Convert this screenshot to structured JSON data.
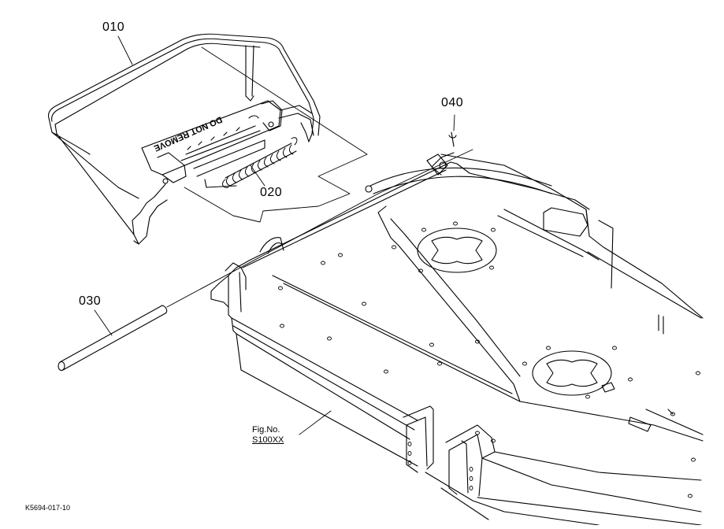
{
  "callouts": {
    "p010": "010",
    "p020": "020",
    "p030": "030",
    "p040": "040"
  },
  "figure": {
    "label": "Fig.No.",
    "number": "S100XX"
  },
  "drawing_code": "K5694-017-10",
  "deflector_text": "DO NOT REMOVE",
  "colors": {
    "line": "#000000",
    "background": "#ffffff"
  }
}
